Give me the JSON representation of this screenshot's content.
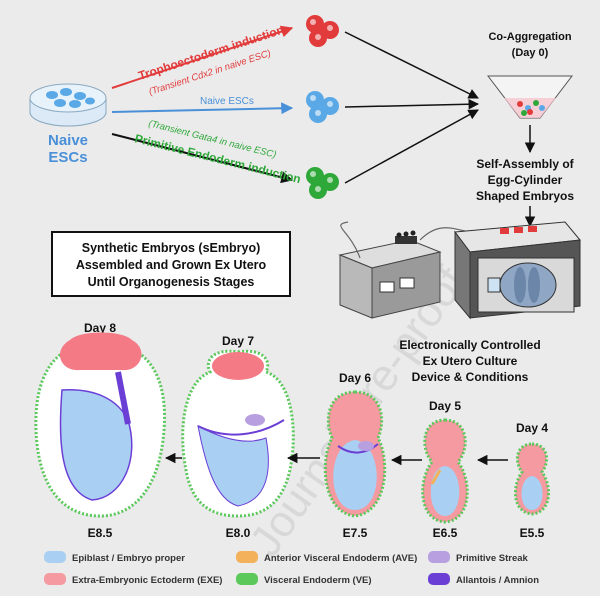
{
  "colors": {
    "background": "#ebebeb",
    "naive_blue": "#5aa9e6",
    "troph_red": "#e23b3b",
    "endo_green": "#2fa83a",
    "epiblast": "#a9cff2",
    "exe": "#f59aa0",
    "ave": "#f2b15a",
    "ve": "#5ac85a",
    "primitive_streak": "#b79fe0",
    "allantois": "#6b3fd6"
  },
  "labels": {
    "naive_escs_line1": "Naive",
    "naive_escs_line2": "ESCs",
    "troph_induction": "Trophoectoderm induction",
    "troph_transient": "(Transient ",
    "troph_gene": "Cdx2",
    "troph_transient_tail": " in naive ESC)",
    "naive_escs_arrow": "Naive ESCs",
    "endo_transient": "(Transient ",
    "endo_gene": "Gata4",
    "endo_transient_tail": " in naive ESC)",
    "endo_induction": "Primitive Endoderm induction",
    "co_aggregation": "Co-Aggregation",
    "day0": "(Day 0)",
    "self_assembly_1": "Self-Assembly of",
    "self_assembly_2": "Egg-Cylinder",
    "self_assembly_3": "Shaped Embryos",
    "synthetic_1": "Synthetic Embryos (sEmbryo)",
    "synthetic_2": "Assembled and Grown Ex Utero",
    "synthetic_3": "Until Organogenesis Stages",
    "device_1": "Electronically Controlled",
    "device_2": "Ex Utero Culture",
    "device_3": "Device & Conditions",
    "watermark": "Journal Pre-proof"
  },
  "stages": [
    {
      "day": "Day 8",
      "stage": "E8.5"
    },
    {
      "day": "Day 7",
      "stage": "E8.0"
    },
    {
      "day": "Day 6",
      "stage": "E7.5"
    },
    {
      "day": "Day 5",
      "stage": "E6.5"
    },
    {
      "day": "Day 4",
      "stage": "E5.5"
    }
  ],
  "legend": [
    {
      "label": "Epiblast / Embryo proper",
      "color": "#a9cff2"
    },
    {
      "label": "Extra-Embryonic Ectoderm (EXE)",
      "color": "#f59aa0"
    },
    {
      "label": "Anterior Visceral Endoderm (AVE)",
      "color": "#f2b15a"
    },
    {
      "label": "Visceral Endoderm (VE)",
      "color": "#5ac85a"
    },
    {
      "label": "Primitive Streak",
      "color": "#b79fe0"
    },
    {
      "label": "Allantois / Amnion",
      "color": "#6b3fd6"
    }
  ]
}
